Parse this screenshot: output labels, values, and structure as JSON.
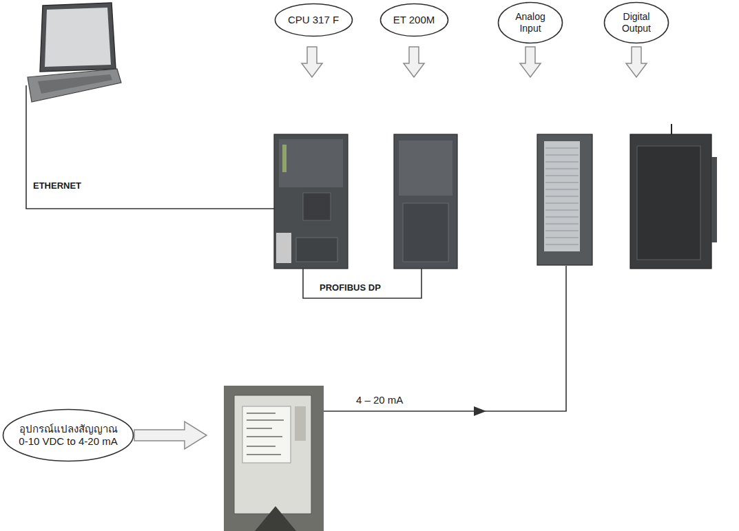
{
  "diagram": {
    "nodes": [
      {
        "text": [
          "CPU 317 F"
        ]
      },
      {
        "text": [
          "ET 200M"
        ]
      },
      {
        "text": [
          "Analog Input"
        ]
      },
      {
        "text": [
          "Digital Output"
        ]
      },
      {
        "text": [
          "อุปกรณ์แปลงสัญญาณ 0-10 VDC to 4-20 mA"
        ]
      }
    ],
    "labels": [
      "ETHERNET",
      "PROFIBUS DP",
      "4 – 20 mA"
    ]
  }
}
